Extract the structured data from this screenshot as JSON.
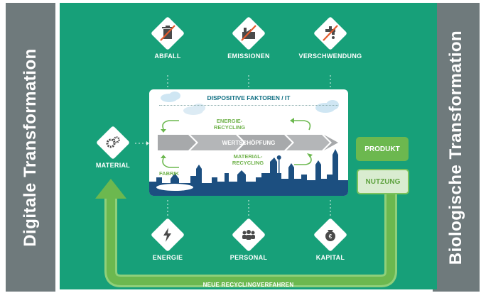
{
  "side_left": {
    "label": "Digitale Transformation"
  },
  "side_right": {
    "label": "Biologische Transformation"
  },
  "top_items": [
    {
      "label": "ABFALL",
      "icon": "trash-icon"
    },
    {
      "label": "EMISSIONEN",
      "icon": "factory-icon"
    },
    {
      "label": "VERSCHWENDUNG",
      "icon": "faucet-icon"
    }
  ],
  "bottom_items": [
    {
      "label": "ENERGIE",
      "icon": "lightning-icon"
    },
    {
      "label": "PERSONAL",
      "icon": "people-icon"
    },
    {
      "label": "KAPITAL",
      "icon": "money-bag-icon"
    }
  ],
  "material": {
    "label": "MATERIAL",
    "icon": "gears-icon"
  },
  "panel": {
    "title": "DISPOSITIVE FAKTOREN / IT",
    "energy_recycling": [
      "ENERGIE-",
      "RECYCLING"
    ],
    "material_recycling": [
      "MATERIAL-",
      "RECYCLING"
    ],
    "value_chain": "WERTSCHÖPFUNG",
    "factory": "FABRIK"
  },
  "produkt": "PRODUKT",
  "nutzung": "NUTZUNG",
  "bottom_label": "NEUE RECYCLINGVERFAHREN",
  "colors": {
    "background": "#17a079",
    "side": "#6f7a7c",
    "green_accent": "#6cb84f",
    "skyline": "#1c4f80",
    "chevron": "#a7a9ab"
  }
}
